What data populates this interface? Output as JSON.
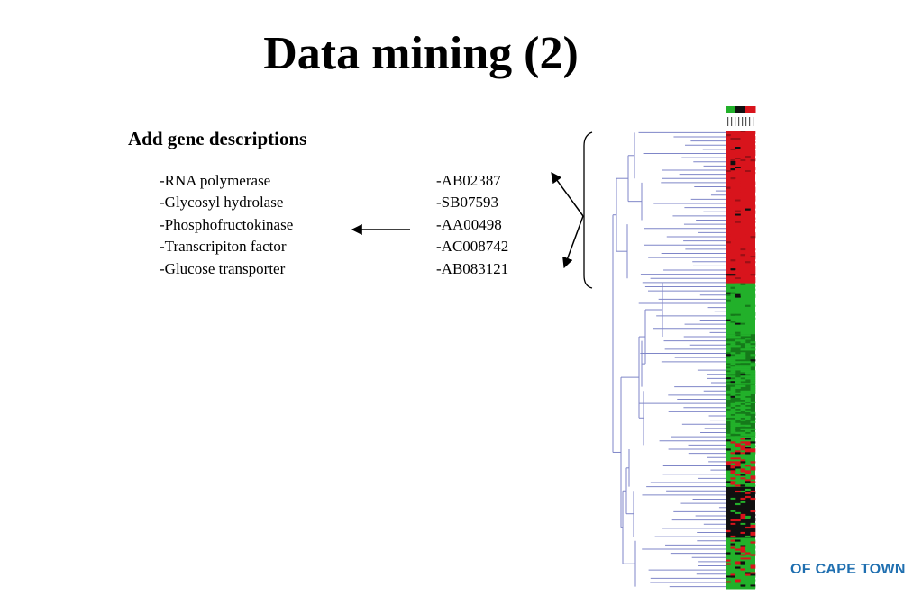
{
  "slide": {
    "title": "Data mining (2)",
    "subheading": "Add gene descriptions",
    "gene_descriptions": [
      "-RNA polymerase",
      "-Glycosyl hydrolase",
      "-Phosphofructokinase",
      "-Transcripiton factor",
      "-Glucose transporter"
    ],
    "accession_ids": [
      "-AB02387",
      "-SB07593",
      "-AA00498",
      "-AC008742",
      "-AB083121"
    ],
    "footer_logo_text": "OF CAPE TOWN"
  },
  "colors": {
    "dendrogram": "#7f86c8",
    "heatmap_up": "#d8141c",
    "heatmap_down": "#22b02a",
    "heatmap_neutral": "#101010",
    "logo": "#1f6fb0"
  },
  "heatmap_blocks": [
    {
      "state": "up"
    },
    {
      "state": "up"
    },
    {
      "state": "up"
    },
    {
      "state": "down"
    },
    {
      "state": "down"
    },
    {
      "state": "down"
    },
    {
      "state": "mixed"
    },
    {
      "state": "neutral"
    },
    {
      "state": "mixed-down"
    }
  ]
}
